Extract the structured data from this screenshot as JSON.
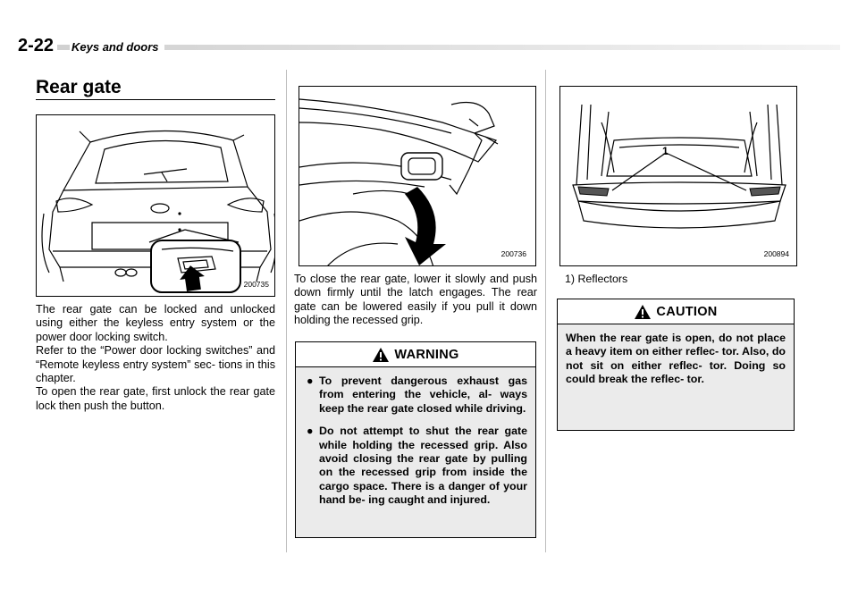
{
  "header": {
    "page_number": "2-22",
    "section_title": "Keys and doors"
  },
  "left_column": {
    "heading": "Rear gate",
    "figure_code": "200735",
    "paragraphs": [
      "The rear gate can be locked and unlocked using either the keyless entry system or the power door locking switch.",
      "Refer to the “Power door locking switches” and “Remote keyless entry system” sec- tions in this chapter.",
      "To open the rear gate, first unlock the rear gate lock then push the button."
    ]
  },
  "middle_column": {
    "figure_code": "200736",
    "paragraphs": [
      "To close the rear gate, lower it slowly and push down firmly until the latch engages. The rear gate can be lowered easily if you pull it down holding the recessed grip."
    ],
    "warning": {
      "label": "WARNING",
      "items": [
        "To prevent dangerous exhaust gas from entering the vehicle, al- ways keep the rear gate closed while driving.",
        "Do not attempt to shut the rear gate while holding the recessed grip. Also avoid closing the rear gate by pulling on the recessed grip from inside the cargo space. There is a danger of your hand be- ing caught and injured."
      ],
      "bullet": "●"
    }
  },
  "right_column": {
    "figure_code": "200894",
    "callout_number": "1",
    "caption": "1)  Reflectors",
    "caution": {
      "label": "CAUTION",
      "text": "When the rear gate is open, do not place a heavy item on either reflec- tor. Also, do not sit on either reflec- tor. Doing so could break the reflec- tor."
    }
  }
}
